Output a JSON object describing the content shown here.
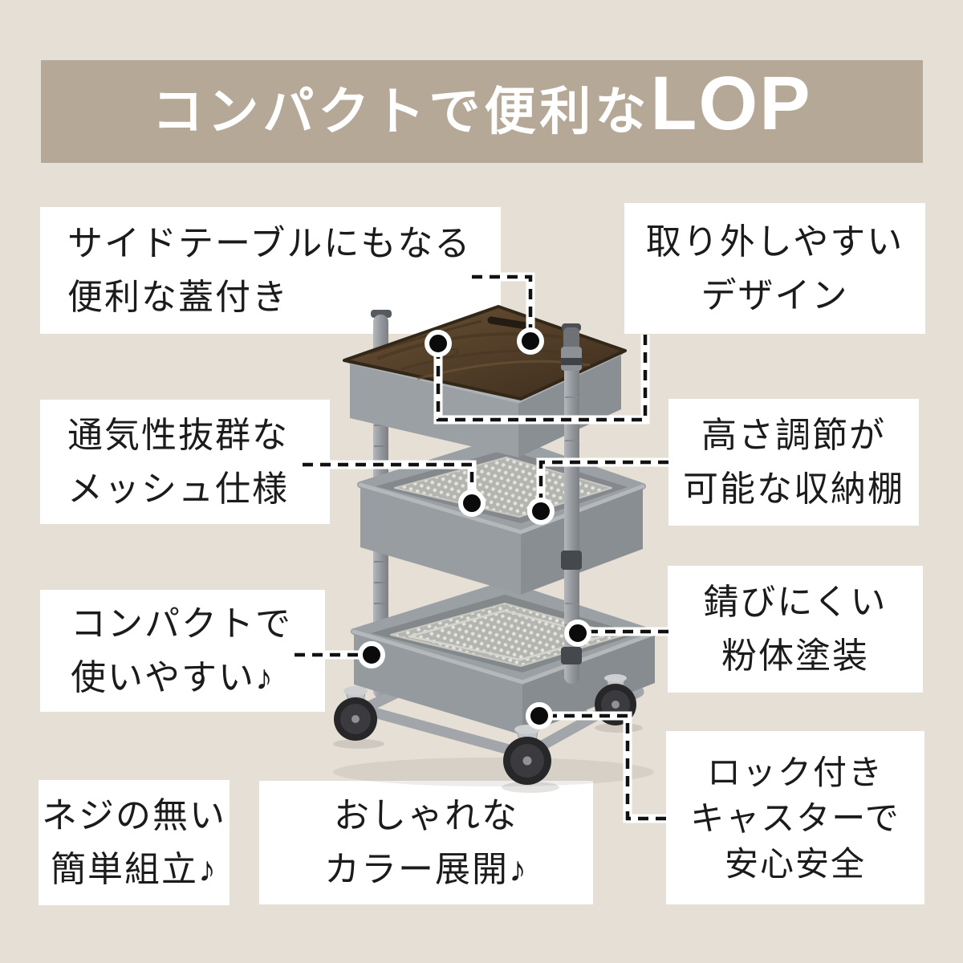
{
  "title": {
    "jp": "コンパクトで便利な",
    "brand": "LOP"
  },
  "colors": {
    "background": "#e6dfd6",
    "banner_bg": "#b6a897",
    "banner_text": "#ffffff",
    "callout_bg": "#ffffff",
    "text": "#1b1b1b",
    "connector": "#111111",
    "cart_gray": "#989da1",
    "wood_brown": "#54402a"
  },
  "callouts": [
    {
      "id": "lid",
      "lines": [
        "サイドテーブルにもなる",
        "便利な蓋付き"
      ]
    },
    {
      "id": "removable",
      "lines": [
        "取り外しやすい",
        "デザイン"
      ]
    },
    {
      "id": "mesh",
      "lines": [
        "通気性抜群な",
        "メッシュ仕様"
      ]
    },
    {
      "id": "height",
      "lines": [
        "高さ調節が",
        "可能な収納棚"
      ]
    },
    {
      "id": "compact",
      "lines": [
        "コンパクトで",
        "使いやすい♪"
      ]
    },
    {
      "id": "rust",
      "lines": [
        "錆びにくい",
        "粉体塗装"
      ]
    },
    {
      "id": "screwless",
      "lines": [
        "ネジの無い",
        "簡単組立♪"
      ]
    },
    {
      "id": "colorvar",
      "lines": [
        "おしゃれな",
        "カラー展開♪"
      ]
    },
    {
      "id": "casters",
      "lines": [
        "ロック付き",
        "キャスターで",
        "安心安全"
      ]
    }
  ]
}
